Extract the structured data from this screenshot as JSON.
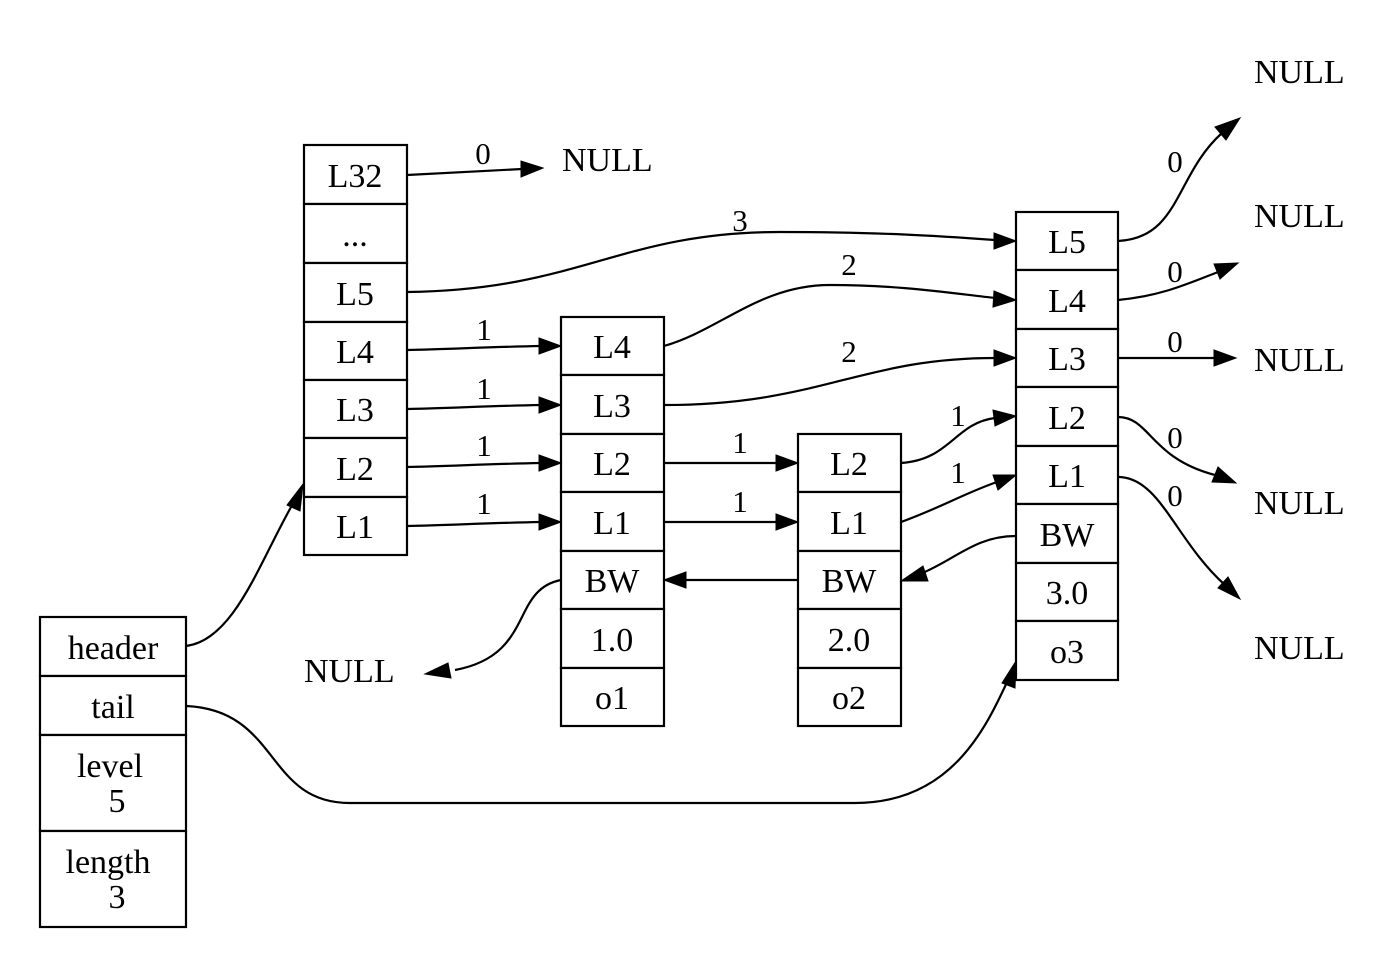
{
  "zskiplist": {
    "header": "header",
    "tail": "tail",
    "level_label": "level",
    "level_value": "5",
    "length_label": "length",
    "length_value": "3"
  },
  "header_node": {
    "levels": [
      "L32",
      "...",
      "L5",
      "L4",
      "L3",
      "L2",
      "L1"
    ]
  },
  "nodes": [
    {
      "levels": [
        "L4",
        "L3",
        "L2",
        "L1"
      ],
      "backward": "BW",
      "score": "1.0",
      "obj": "o1"
    },
    {
      "levels": [
        "L2",
        "L1"
      ],
      "backward": "BW",
      "score": "2.0",
      "obj": "o2"
    },
    {
      "levels": [
        "L5",
        "L4",
        "L3",
        "L2",
        "L1"
      ],
      "backward": "BW",
      "score": "3.0",
      "obj": "o3"
    }
  ],
  "null_label": "NULL",
  "spans": {
    "header_L32": "0",
    "header_L5": "3",
    "header_L4": "1",
    "header_L3": "1",
    "header_L2": "1",
    "header_L1": "1",
    "o1_L4": "2",
    "o1_L3": "2",
    "o1_L2": "1",
    "o1_L1": "1",
    "o2_L2": "1",
    "o2_L1": "1",
    "o3_L5": "0",
    "o3_L4": "0",
    "o3_L3": "0",
    "o3_L2": "0",
    "o3_L1": "0"
  }
}
